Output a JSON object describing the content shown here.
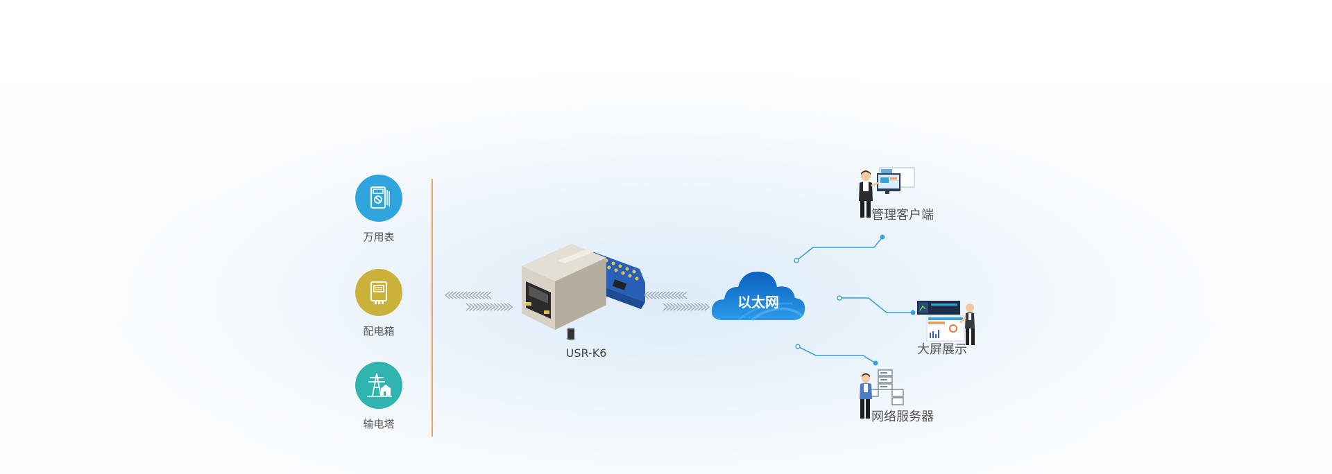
{
  "devices": [
    {
      "label": "万用表",
      "icon": "multimeter-icon",
      "color": "#2ea6dd"
    },
    {
      "label": "配电箱",
      "icon": "distribution-box-icon",
      "color": "#c9b13a"
    },
    {
      "label": "输电塔",
      "icon": "transmission-tower-icon",
      "color": "#2fb4b0"
    }
  ],
  "module": {
    "label": "USR-K6"
  },
  "cloud": {
    "label": "以太网",
    "color": "#1a7ad8"
  },
  "targets": {
    "client": "管理客户端",
    "screen": "大屏展示",
    "server": "网络服务器"
  },
  "colors": {
    "line": "#3aa0d8",
    "divider": "#e6a15e",
    "arrow": "#9aa5ad"
  }
}
